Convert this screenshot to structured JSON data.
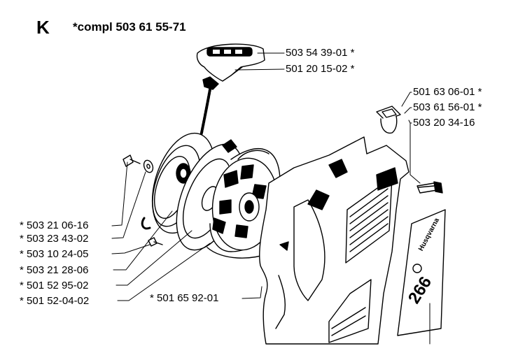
{
  "header": {
    "section_letter": "K",
    "compl_label": "*compl",
    "compl_number": "503  61 55-71"
  },
  "callouts": [
    {
      "text": "503 54 39-01 *"
    },
    {
      "text": "501  20 15-02 *"
    },
    {
      "text": "501 63 06-01 *"
    },
    {
      "text": "503 61 56-01 *"
    },
    {
      "text": "503 20 34-16"
    },
    {
      "text": "* 503  21 06-16"
    },
    {
      "text": "* 503 23 43-02"
    },
    {
      "text": "* 503 10 24-05"
    },
    {
      "text": "* 503 21 28-06"
    },
    {
      "text": "* 501 52 95-02"
    },
    {
      "text": "* 501 52-04-02"
    },
    {
      "text": "* 501 65 92-01"
    }
  ],
  "decal": {
    "brand": "Husqvarna",
    "model": "266"
  }
}
